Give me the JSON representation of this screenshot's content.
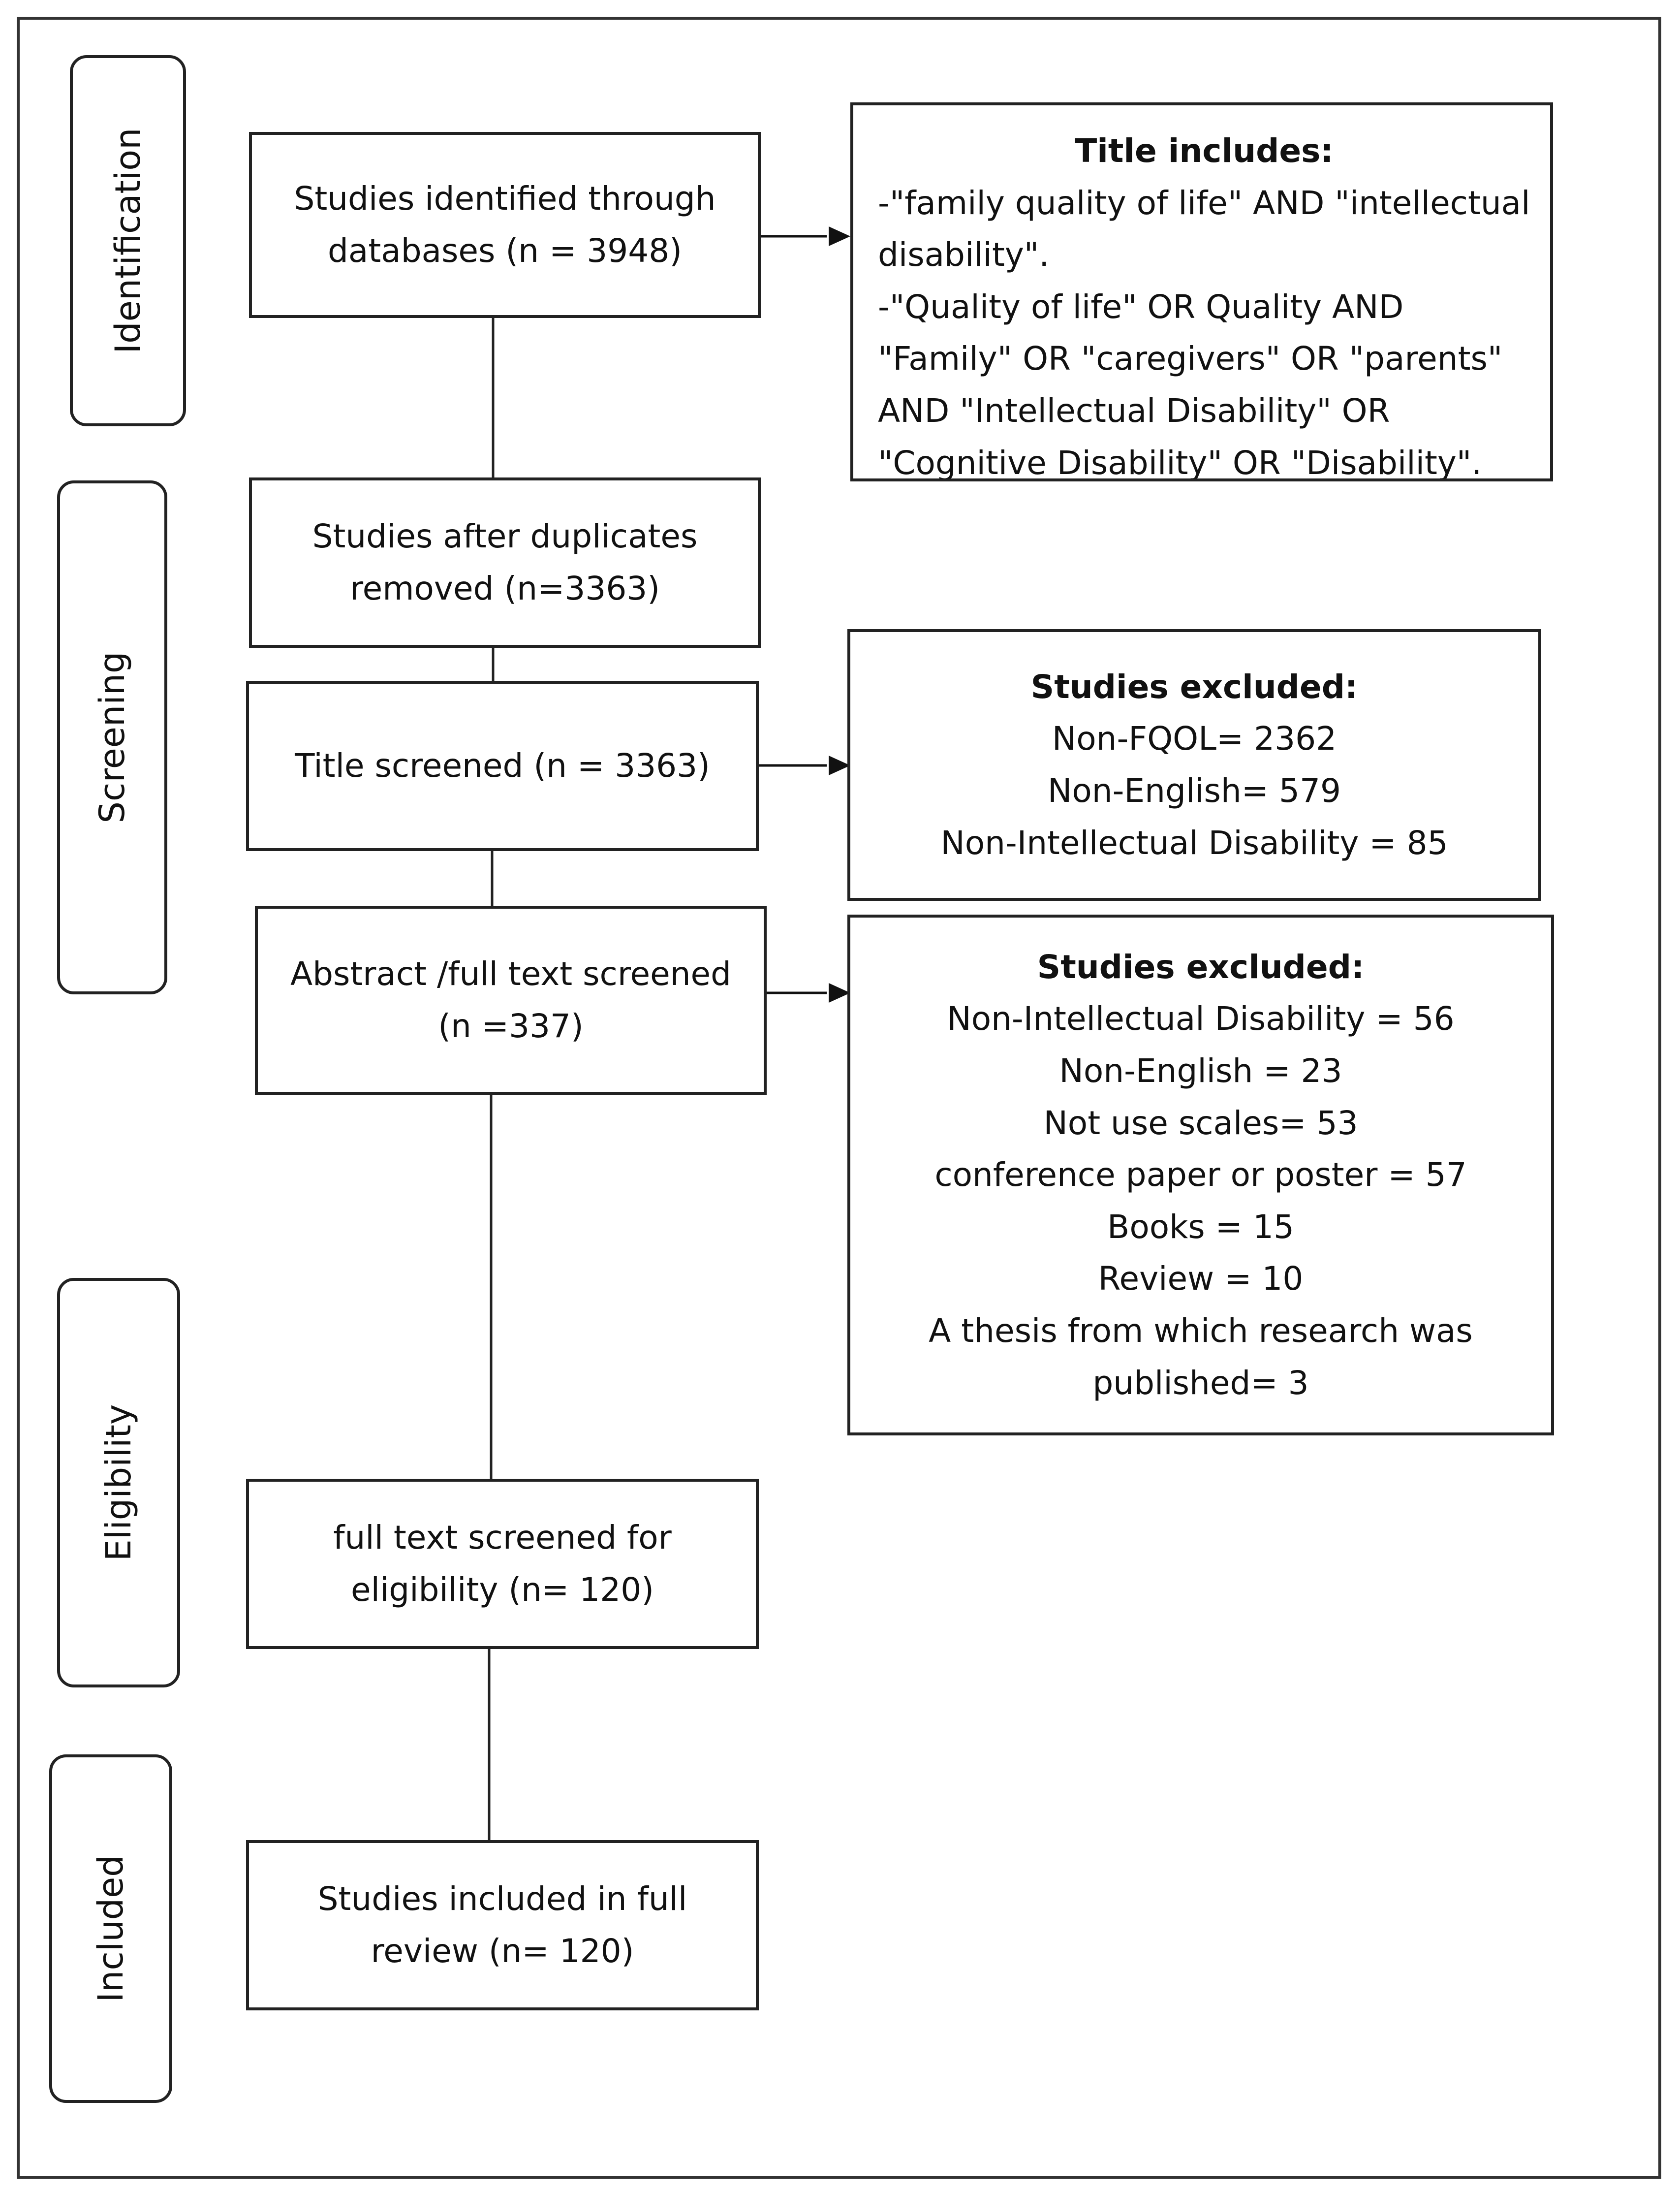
{
  "stages": [
    {
      "id": "identification",
      "label": "Identification"
    },
    {
      "id": "screening",
      "label": "Screening"
    },
    {
      "id": "eligibility",
      "label": "Eligibility"
    },
    {
      "id": "included",
      "label": "Included"
    }
  ],
  "flow_boxes": {
    "identified": [
      "Studies identified through",
      "databases (n = 3948)"
    ],
    "deduplicated": [
      "Studies after duplicates",
      "removed (n=3363)"
    ],
    "title_screened": [
      "Title screened (n = 3363)"
    ],
    "abstract_screened": [
      "Abstract /full text screened",
      "(n =337)"
    ],
    "fulltext_eligibility": [
      "full text screened for",
      "eligibility (n= 120)"
    ],
    "included": [
      "Studies included in full",
      "review (n= 120)"
    ]
  },
  "search_criteria": {
    "heading": "Title includes:",
    "lines": [
      "-\"family quality of life\" AND \"intellectual",
      "disability\".",
      "-\"Quality of life\" OR Quality AND",
      "\"Family\" OR \"caregivers\" OR \"parents\"",
      "AND \"Intellectual Disability\" OR",
      "\"Cognitive Disability\" OR \"Disability\"."
    ]
  },
  "title_exclusions": {
    "heading": "Studies excluded:",
    "items": [
      "Non-FQOL= 2362",
      "Non-English= 579",
      "Non-Intellectual Disability = 85"
    ]
  },
  "abstract_exclusions": {
    "heading": "Studies excluded:",
    "items": [
      "Non-Intellectual Disability = 56",
      "Non-English = 23",
      "Not use scales= 53",
      "conference paper or poster = 57",
      "Books = 15",
      "Review = 10",
      "A thesis from which research was",
      "published= 3"
    ]
  }
}
